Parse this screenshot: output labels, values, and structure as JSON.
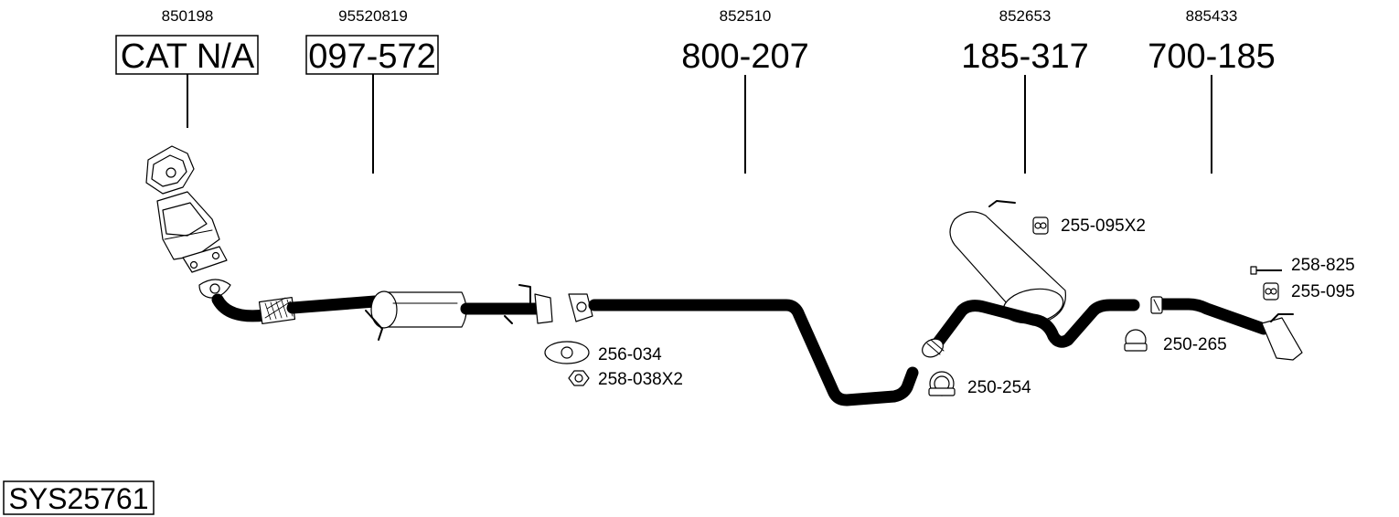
{
  "components": [
    {
      "ref": "850198",
      "part": "CAT N/A",
      "boxed": true
    },
    {
      "ref": "95520819",
      "part": "097-572",
      "boxed": true
    },
    {
      "ref": "852510",
      "part": "800-207",
      "boxed": false
    },
    {
      "ref": "852653",
      "part": "185-317",
      "boxed": false
    },
    {
      "ref": "885433",
      "part": "700-185",
      "boxed": false
    }
  ],
  "accessories": [
    {
      "label": "255-095X2",
      "icon": "rubber-hanger-icon"
    },
    {
      "label": "258-825",
      "icon": "bolt-icon"
    },
    {
      "label": "255-095",
      "icon": "rubber-hanger-icon"
    },
    {
      "label": "256-034",
      "icon": "gasket-icon"
    },
    {
      "label": "258-038X2",
      "icon": "nut-icon"
    },
    {
      "label": "250-265",
      "icon": "clamp-icon"
    },
    {
      "label": "250-254",
      "icon": "clamp-icon"
    }
  ],
  "system_code": "SYS25761"
}
